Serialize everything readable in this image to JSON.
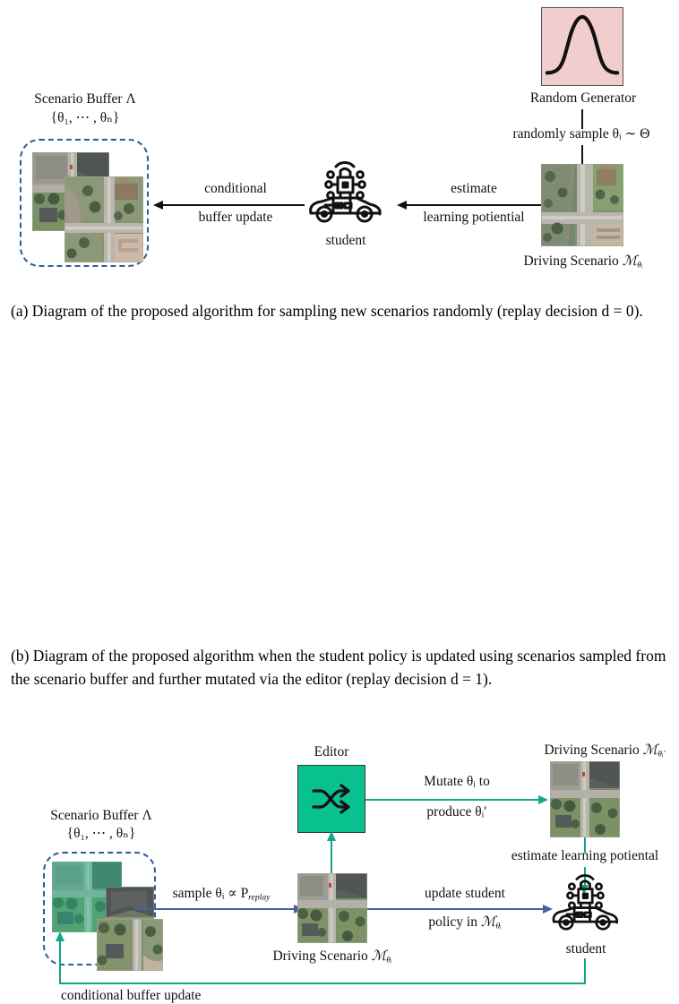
{
  "figure_a": {
    "random_generator": {
      "label": "Random Generator",
      "icon": "gaussian-curve-icon",
      "box_color": "#f2cdcd",
      "curve_color": "#111111"
    },
    "sample_edge_label": "randomly sample θᵢ ∼ Θ",
    "scenario": {
      "label_prefix": "Driving Scenario ",
      "label_symbol": "ℳ",
      "label_subscript": "θᵢ",
      "icon": "aerial-map-tile"
    },
    "estimate_edge": {
      "line1": "estimate",
      "line2": "learning potiential"
    },
    "student": {
      "label": "student",
      "icon": "autonomous-car-icon"
    },
    "update_edge": {
      "line1": "conditional",
      "line2": "buffer update"
    },
    "buffer": {
      "title": "Scenario Buffer Λ",
      "contents": "{θ₁, ⋯ , θₙ}",
      "border_color": "#2e5c9a"
    }
  },
  "figure_b": {
    "editor": {
      "label": "Editor",
      "icon": "shuffle-icon",
      "box_color": "#09c18f"
    },
    "mutate_edge": {
      "line1": "Mutate θᵢ to",
      "line2": "produce θᵢ′"
    },
    "mutated_scenario": {
      "label_prefix": "Driving Scenario ",
      "label_symbol": "ℳ",
      "label_subscript": "θᵢ′",
      "icon": "aerial-map-tile"
    },
    "estimate_edge_label": "estimate learning potiental",
    "buffer": {
      "title": "Scenario Buffer Λ",
      "contents": "{θ₁, ⋯ , θₙ}",
      "border_color": "#2e5c9a"
    },
    "sample_edge_label": "sample θᵢ ∝ P",
    "sample_edge_sub": "replay",
    "sampled_scenario": {
      "label_prefix": "Driving Scenario ",
      "label_symbol": "ℳ",
      "label_subscript": "θᵢ",
      "icon": "aerial-map-tile"
    },
    "update_edge": {
      "line1": "update student",
      "line2_prefix": "policy in ",
      "line2_symbol": "ℳ",
      "line2_subscript": "θᵢ"
    },
    "student": {
      "label": "student",
      "icon": "autonomous-car-icon"
    },
    "buffer_update_edge_label": "conditional buffer update"
  },
  "captions": {
    "a": "(a) Diagram of the proposed algorithm for sampling new scenarios randomly (replay decision d = 0).",
    "b": "(b) Diagram of the proposed algorithm when the student policy is updated using scenarios sampled from the scenario buffer and further mutated via the editor (replay decision d = 1)."
  },
  "colors": {
    "teal_arrow": "#12a589",
    "blue_arrow": "#45639c",
    "black_arrow": "#111111",
    "buffer_dash": "#2e5c9a",
    "editor_fill": "#09c18f",
    "generator_fill": "#f2cdcd"
  }
}
